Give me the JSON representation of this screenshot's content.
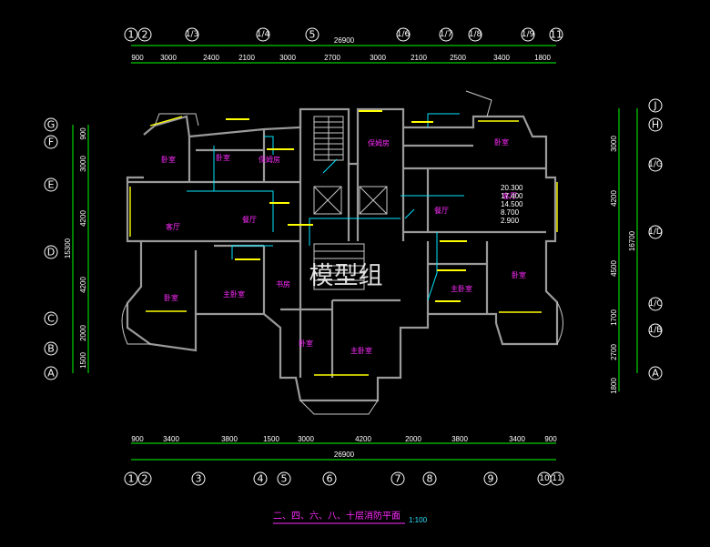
{
  "drawing": {
    "title": "二、四、六、八、十层消防平面",
    "scale": "1:100",
    "watermark": "模型组"
  },
  "top_axes": [
    "1",
    "2",
    "1/3",
    "1/4",
    "5",
    "1/6",
    "1/7",
    "1/8",
    "1/9",
    "11"
  ],
  "bottom_axes": [
    "1",
    "2",
    "3",
    "4",
    "5",
    "6",
    "7",
    "8",
    "9",
    "10",
    "11"
  ],
  "left_axes": [
    "G",
    "F",
    "E",
    "D",
    "C",
    "B",
    "A"
  ],
  "right_axes": [
    "J",
    "H",
    "1/G",
    "1/D",
    "1/C",
    "1/B",
    "A"
  ],
  "top_dims": {
    "total": "26900",
    "segments": [
      "900",
      "3000",
      "2400",
      "2100",
      "3000",
      "2700",
      "3000",
      "2100",
      "2500",
      "3400",
      "1800"
    ]
  },
  "bottom_dims": {
    "total": "26900",
    "segments": [
      "900",
      "3400",
      "3800",
      "1500",
      "3000",
      "4200",
      "2000",
      "3800",
      "3400",
      "900"
    ]
  },
  "left_dims": {
    "total": "15300",
    "segments": [
      "900",
      "3000",
      "4200",
      "4200",
      "2000",
      "1500"
    ]
  },
  "right_dims": {
    "total": "16700",
    "segments": [
      "3000",
      "4200",
      "4500",
      "1700",
      "2700",
      "1800"
    ]
  },
  "rooms": {
    "left_bedroom_top": "卧室",
    "left_bedroom_small": "卧室",
    "left_maid_room": "保姆房",
    "right_maid_room": "保姆房",
    "right_bedroom_top": "卧室",
    "living_left": "客厅",
    "dining_left": "餐厅",
    "living_right": "客厅",
    "dining_right": "餐厅",
    "bedroom_left_bottom": "卧室",
    "master_left": "主卧室",
    "study": "书房",
    "bedroom_center": "卧室",
    "master_center": "主卧室",
    "master_right": "主卧室",
    "bedroom_right_bottom": "卧室"
  },
  "elevations": [
    "20.300",
    "17.400",
    "14.500",
    "8.700",
    "2.900"
  ],
  "colors": {
    "background": "#000000",
    "wall": "#9a9a9a",
    "dimension": "#00ff00",
    "axis_bubble": "#ffffff",
    "room_label": "#ff2bff",
    "fire_line": "#00e5ff",
    "annotation": "#ffff00",
    "window": "#ffff00"
  }
}
